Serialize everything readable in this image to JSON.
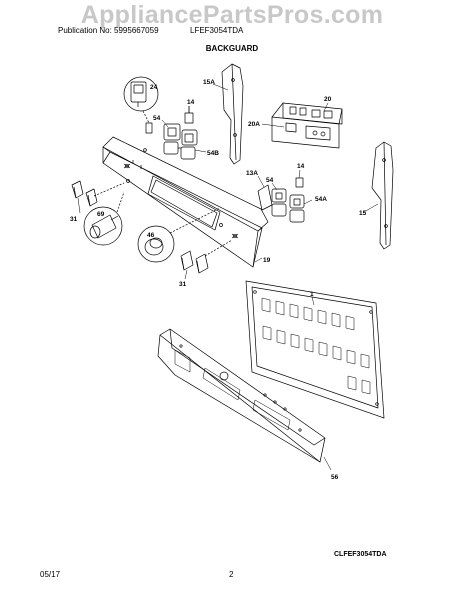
{
  "watermark": "AppliancePartsPros.com",
  "header": {
    "publication": "Publication No: 5995667059",
    "model": "LFEF3054TDA"
  },
  "section_title": "BACKGUARD",
  "callouts": {
    "c24": "24",
    "c15a": "15A",
    "c14a": "14",
    "c54a": "54",
    "c54b": "54B",
    "c20": "20",
    "c20a": "20A",
    "c14b": "14",
    "c13a": "13A",
    "c54c": "54",
    "c54d": "54A",
    "c15": "15",
    "c31a": "31",
    "c69": "69",
    "c46": "46",
    "c19": "19",
    "c31b": "31",
    "c1": "1",
    "c56": "56"
  },
  "diagram_ref": "CLFEF3054TDA",
  "footer": {
    "date": "05/17",
    "page": "2"
  }
}
